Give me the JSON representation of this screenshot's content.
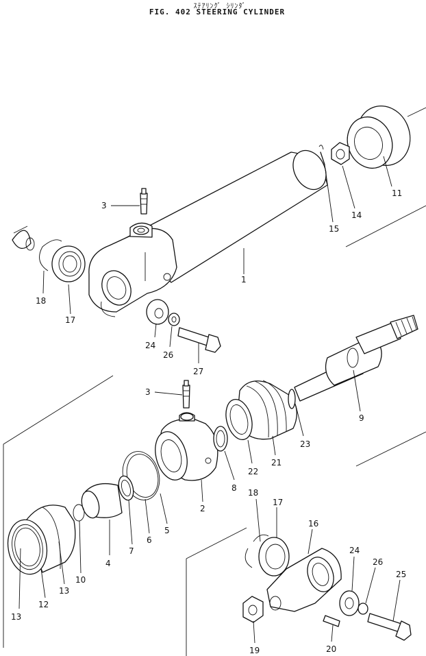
{
  "header": {
    "japanese_title": "ｽﾃｱﾘﾝｸﾞ ｼﾘﾝﾀﾞ",
    "figure_title": "FIG. 402  STEERING CYLINDER"
  },
  "callouts": {
    "c1": "1",
    "c2": "2",
    "c3a": "3",
    "c3b": "3",
    "c4": "4",
    "c5": "5",
    "c6": "6",
    "c7": "7",
    "c8": "8",
    "c9": "9",
    "c10": "10",
    "c11": "11",
    "c12": "12",
    "c13a": "13",
    "c13b": "13",
    "c14": "14",
    "c15": "15",
    "c16": "16",
    "c17a": "17",
    "c17b": "17",
    "c18a": "18",
    "c18b": "18",
    "c19": "19",
    "c20": "20",
    "c21": "21",
    "c22": "22",
    "c23": "23",
    "c24a": "24",
    "c24b": "24",
    "c25": "25",
    "c26a": "26",
    "c26b": "26",
    "c27": "27"
  }
}
